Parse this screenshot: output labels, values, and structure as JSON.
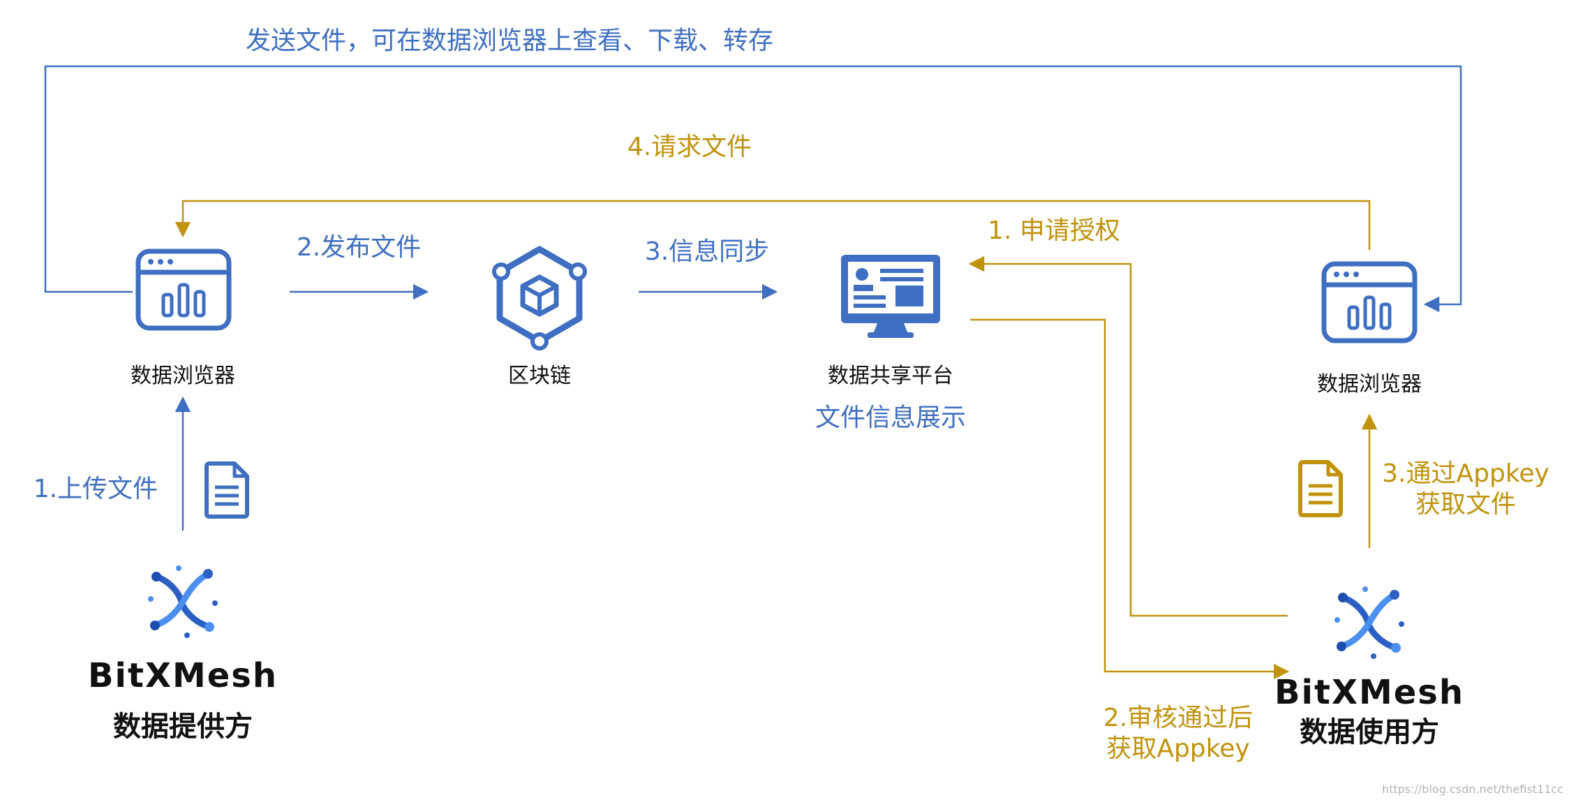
{
  "colors": {
    "blue": "#3f6fc2",
    "gold": "#c1920b",
    "black": "#111111"
  },
  "top_flow_label": "发送文件，可在数据浏览器上查看、下载、转存",
  "request_label": "4.请求文件",
  "publish_label": "2.发布文件",
  "sync_label": "3.信息同步",
  "apply_label": "1. 申请授权",
  "upload_label": "1.上传文件",
  "approve_label": {
    "line1": "2.审核通过后",
    "line2": "获取Appkey"
  },
  "fetch_label": {
    "line1": "3.通过Appkey",
    "line2": "获取文件"
  },
  "nodes": {
    "browser_left": "数据浏览器",
    "blockchain": "区块链",
    "platform": "数据共享平台",
    "platform_sub": "文件信息展示",
    "browser_right": "数据浏览器"
  },
  "provider": {
    "brand": "BitXMesh",
    "role": "数据提供方"
  },
  "consumer": {
    "brand": "BitXMesh",
    "role": "数据使用方"
  },
  "icons": [
    "browser-icon",
    "blockchain-icon",
    "monitor-icon",
    "document-icon",
    "bitxmesh-logo-icon"
  ],
  "watermark": "https://blog.csdn.net/thefist11cc"
}
